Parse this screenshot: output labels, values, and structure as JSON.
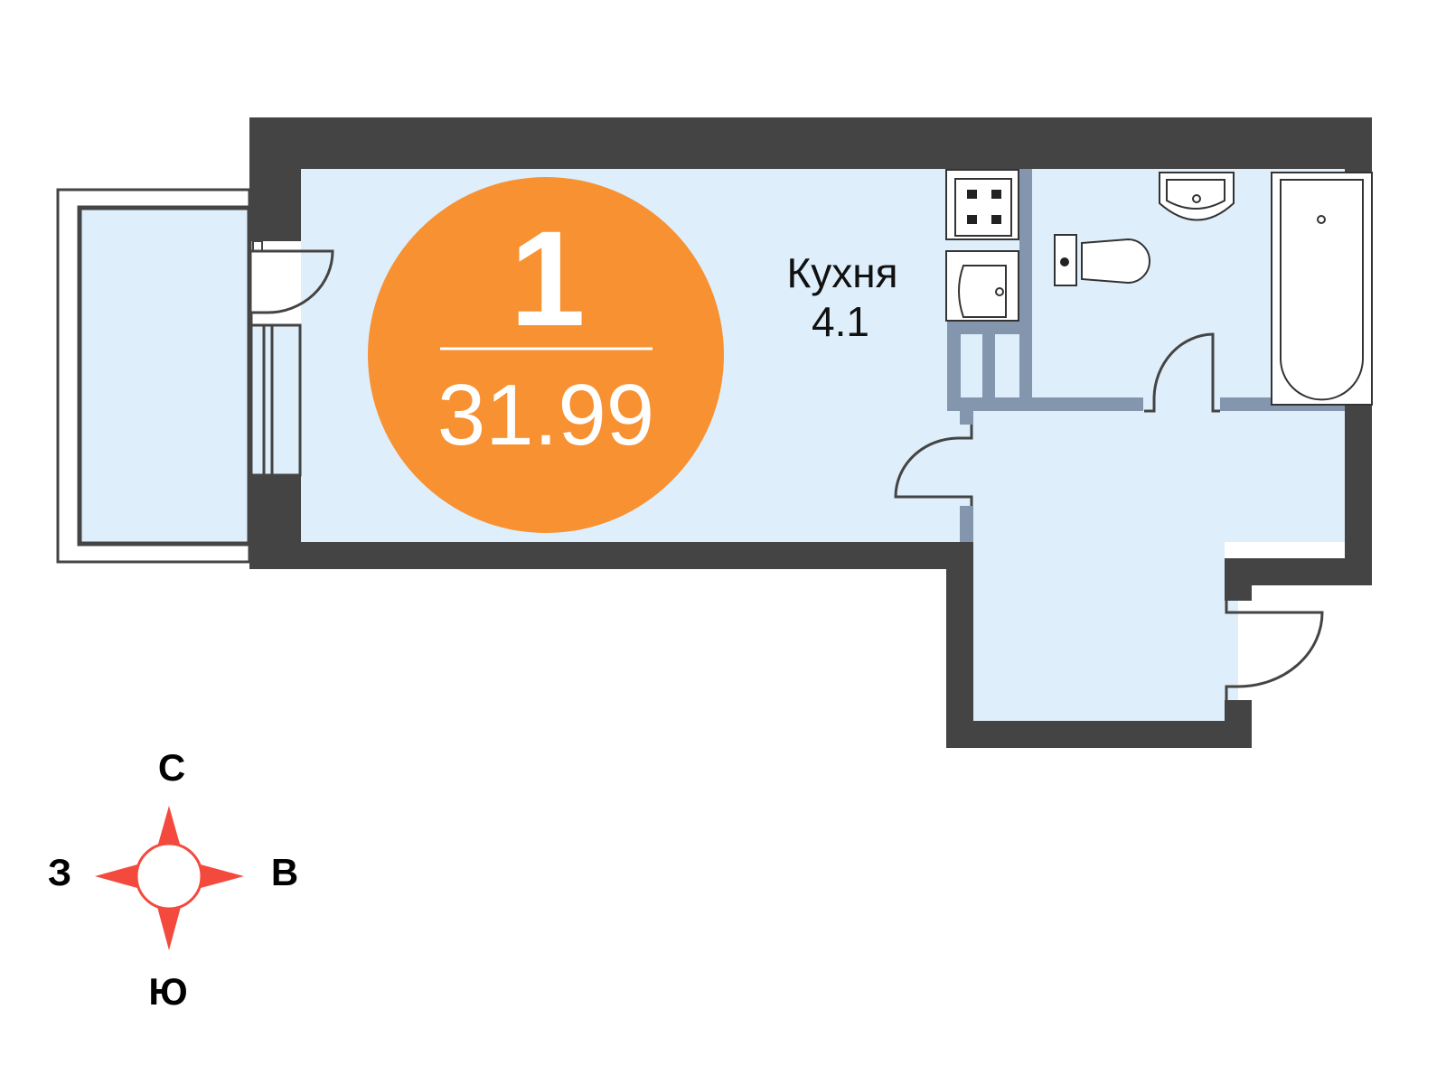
{
  "apartment": {
    "rooms": "1",
    "area": "31.99"
  },
  "kitchen": {
    "label": "Кухня",
    "area": "4.1"
  },
  "compass": {
    "north": "С",
    "west": "З",
    "east": "В",
    "south": "Ю"
  },
  "colors": {
    "wall": "#444444",
    "floor": "#deeefa",
    "partition": "#8396ae",
    "badge": "#f79131",
    "compass": "#f44a3e"
  }
}
